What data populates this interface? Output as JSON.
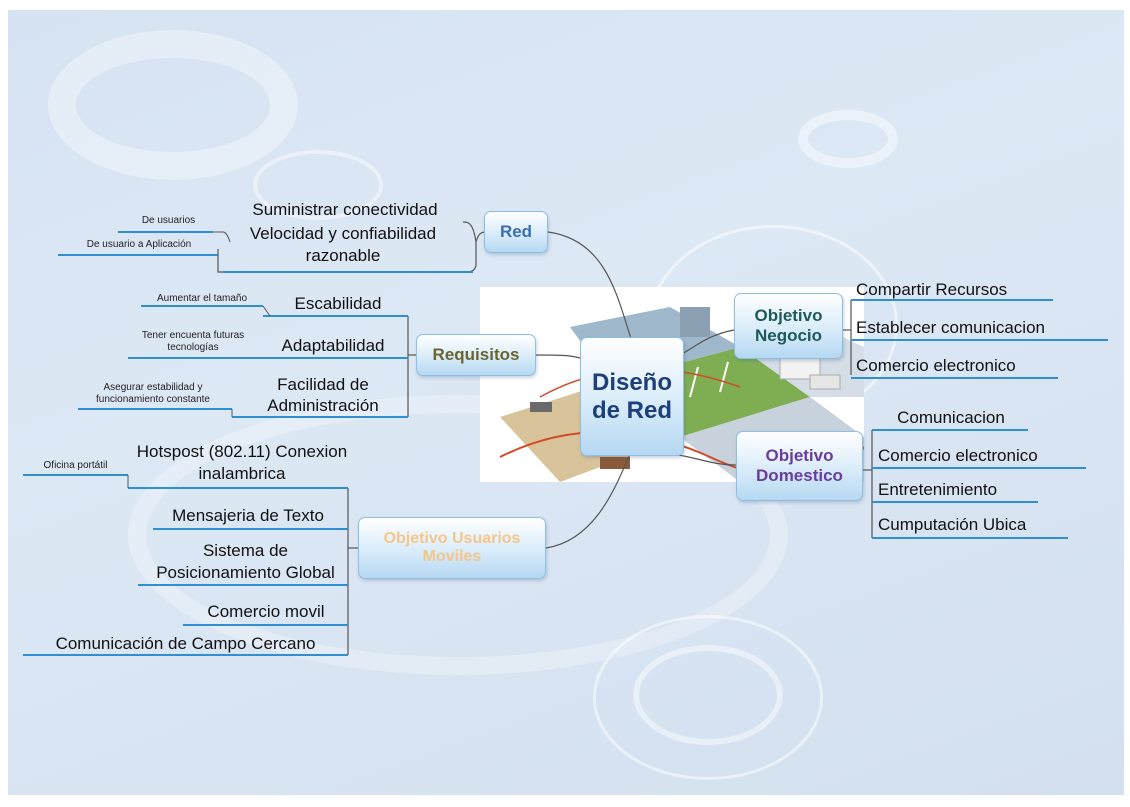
{
  "center": {
    "label": "Diseño de Red"
  },
  "red": {
    "label": "Red",
    "subtopics": [
      "Suministrar conectividad",
      "Velocidad y confiabilidad razonable"
    ],
    "leaves": [
      "De usuarios",
      "De usuario a Aplicación"
    ]
  },
  "requisitos": {
    "label": "Requisitos",
    "subtopics": [
      "Escabilidad",
      "Adaptabilidad",
      "Facilidad de Administración"
    ],
    "leaves": [
      "Aumentar el tamaño",
      "Tener encuenta futuras tecnologías",
      "Asegurar estabilidad y funcionamiento constante"
    ]
  },
  "moviles": {
    "label": "Objetivo Usuarios Moviles",
    "subtopics": [
      "Hotspost (802.11) Conexion inalambrica",
      "Mensajeria de Texto",
      "Sistema de Posicionamiento Global",
      "Comercio movil",
      "Comunicación de Campo Cercano"
    ],
    "leaves": [
      "Oficina portátil"
    ]
  },
  "negocio": {
    "label": "Objetivo Negocio",
    "subtopics": [
      "Compartir Recursos",
      "Establecer comunicacion",
      "Comercio electronico"
    ]
  },
  "domestico": {
    "label": "Objetivo Domestico",
    "subtopics": [
      "Comunicacion",
      "Comercio electronico",
      "Entretenimiento",
      "Cumputación Ubica"
    ]
  },
  "colors": {
    "underline": "#2f8fd0",
    "connector": "#555555",
    "red_text": "#3a6fb0",
    "requisitos_text": "#6b6630",
    "moviles_text": "#f5c58a",
    "negocio_text": "#1f5a5a",
    "domestico_text": "#6a3d9a",
    "center_text": "#1d3f7a"
  }
}
